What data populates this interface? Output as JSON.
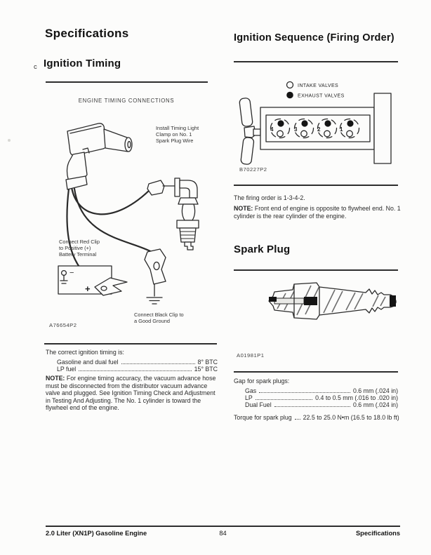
{
  "page": {
    "bg": "#fcfcfb",
    "ink": "#232323"
  },
  "left_column": {
    "section_title": "Specifications",
    "section_letter": "c",
    "subsection_title": "Ignition Timing",
    "figure_timing": {
      "caption": "ENGINE TIMING CONNECTIONS",
      "install_label": "Install Timing Light Clamp on No. 1 Spark Plug Wire",
      "red_clip_label": "Connect Red Clip to Positive (+) Battery Terminal",
      "black_clip_label": "Connect Black Clip to a Good Ground",
      "battery_minus": "−",
      "battery_plus": "+",
      "figure_id": "A76654P2"
    },
    "timing_spec": {
      "intro": "The correct ignition timing is:",
      "rows": [
        {
          "label": "Gasoline and dual fuel",
          "value": "8° BTC"
        },
        {
          "label": "LP fuel",
          "value": "15° BTC"
        }
      ],
      "note_label": "NOTE:",
      "note_text": "For engine timing accuracy, the vacuum advance hose must be disconnected from the distributor vacuum advance valve and plugged. See Ignition Timing Check and Adjustment in Testing And Adjusting. The No. 1 cylinder is toward the flywheel end of the engine."
    }
  },
  "right_column": {
    "firing_title": "Ignition Sequence (Firing Order)",
    "figure_firing": {
      "legend_intake": "INTAKE VALVES",
      "legend_exhaust": "EXHAUST VALVES",
      "cylinders": [
        "4",
        "3",
        "2",
        "1"
      ],
      "figure_id": "B70227P2"
    },
    "firing_text": "The firing order is 1-3-4-2.",
    "note_label": "NOTE:",
    "note_text": "Front end of engine is opposite to flywheel end. No. 1 cylinder is the rear cylinder of the engine.",
    "spark_title": "Spark Plug",
    "figure_spark": {
      "figure_id": "A01981P1"
    },
    "gap_spec": {
      "intro": "Gap for spark plugs:",
      "rows": [
        {
          "label": "Gas",
          "value": "0.6 mm (.024 in)"
        },
        {
          "label": "LP",
          "value": "0.4 to 0.5 mm (.016 to .020 in)"
        },
        {
          "label": "Dual Fuel",
          "value": "0.6 mm (.024 in)"
        }
      ],
      "torque": {
        "label": "Torque for spark plug",
        "value": "22.5 to 25.0 N•m (16.5 to 18.0 lb ft)"
      }
    }
  },
  "footer": {
    "left": "2.0 Liter (XN1P) Gasoline Engine",
    "page_number": "84",
    "right": "Specifications"
  }
}
